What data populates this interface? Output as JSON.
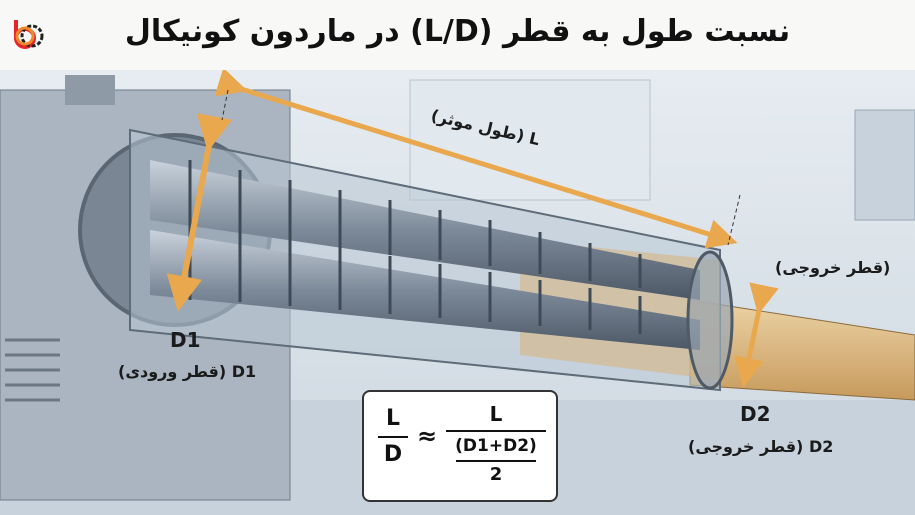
{
  "title": "نسبت طول به قطر (L/D) در ماردون کونیکال",
  "logo": {
    "icon": "brand-logo-gear-rings",
    "colors": [
      "#e8242b",
      "#f0892c",
      "#222222"
    ]
  },
  "labels": {
    "length": "L (طول موثر)",
    "exit_top": "(قطر خروجی)",
    "d1_symbol": "D1",
    "d1_caption": "D1 (قطر ورودی)",
    "d2_symbol": "D2",
    "d2_caption": "D2 (قطر خروجی)"
  },
  "formula": {
    "lhs_num": "L",
    "lhs_den": "D",
    "approx": "≈",
    "rhs_num": "L",
    "rhs_den_top": "(D1+D2)",
    "rhs_den_bottom": "2"
  },
  "colors": {
    "arrow": "#e9a84e",
    "melt": "#d9b27a",
    "steel": "#8f9cab",
    "background": "#dde5ec"
  }
}
